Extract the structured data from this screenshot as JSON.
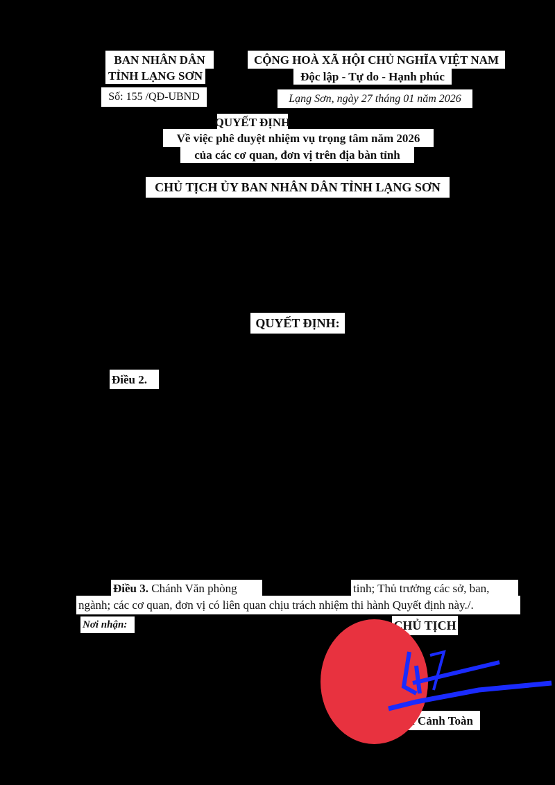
{
  "header": {
    "agency_line1": "BAN NHÂN DÂN",
    "agency_line2": "TỈNH LẠNG SƠN",
    "doc_number": "Số: 155 /QĐ-UBND",
    "nation": "CỘNG HOÀ XÃ HỘI CHỦ NGHĨA VIỆT NAM",
    "motto": "Độc lập - Tự do - Hạnh phúc",
    "place_date": "Lạng Sơn, ngày 27 tháng 01 năm 2026"
  },
  "title": {
    "heading": "QUYẾT ĐỊNH",
    "subject_line1": "Về việc phê duyệt nhiệm vụ trọng tâm năm 2026",
    "subject_line2": "của các cơ quan, đơn vị trên địa bàn tỉnh",
    "authority": "CHỦ TỊCH ỦY BAN NHÂN DÂN TỈNH LẠNG SƠN"
  },
  "body": {
    "decides": "QUYẾT ĐỊNH:",
    "article2": "Điều 2.",
    "article3_label": "Điều 3.",
    "article3_part1": "Chánh Văn phòng",
    "article3_part2": "tinh; Thủ trưởng các sở, ban,",
    "article3_line2": "ngành; các cơ quan, đơn vị có liên quan chịu trách nhiệm thi hành Quyết định này./."
  },
  "footer": {
    "recipients_label": "Nơi nhận:",
    "signer_title": "CHỦ TỊCH",
    "signer_name": "Nguyễn Cảnh Toàn"
  },
  "colors": {
    "seal": "#e8323f",
    "signature": "#1a2bff"
  }
}
